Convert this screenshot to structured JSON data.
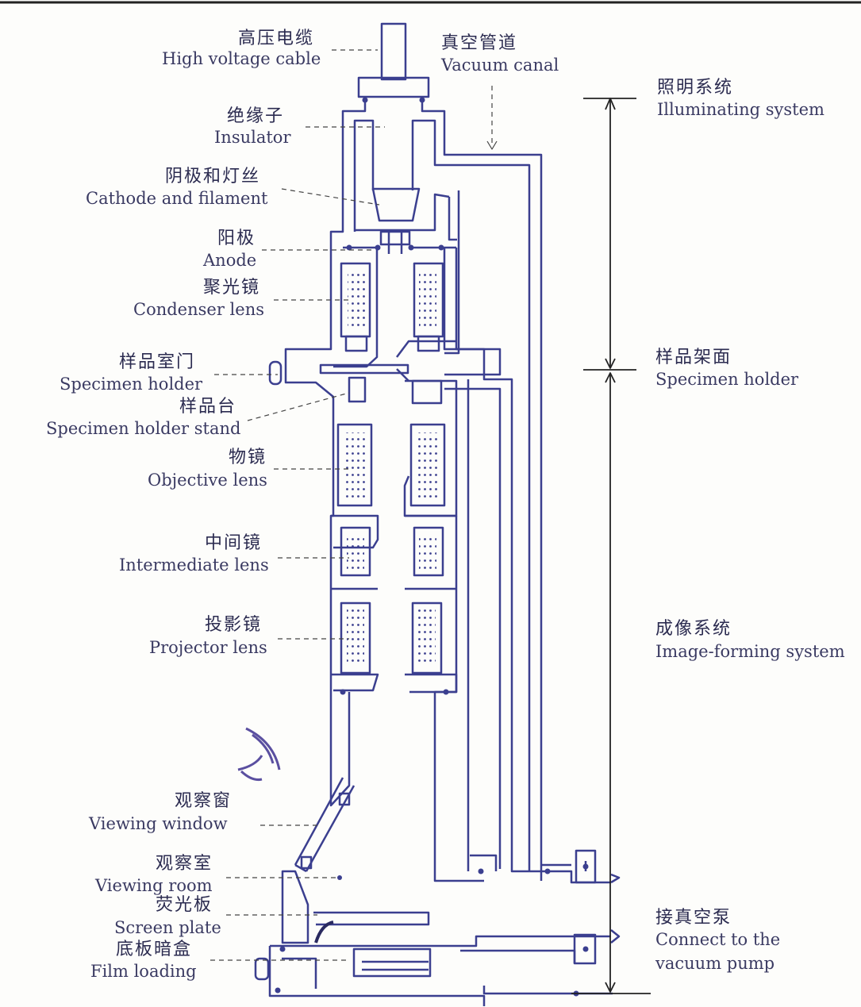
{
  "labels": {
    "high_voltage_cable": {
      "zh": "高压电缆",
      "en": "High voltage cable"
    },
    "vacuum_canal": {
      "zh": "真空管道",
      "en": "Vacuum canal"
    },
    "insulator": {
      "zh": "绝缘子",
      "en": "Insulator"
    },
    "cathode": {
      "zh": "阴极和灯丝",
      "en": "Cathode and filament"
    },
    "anode": {
      "zh": "阳极",
      "en": "Anode"
    },
    "condenser": {
      "zh": "聚光镜",
      "en": "Condenser lens"
    },
    "specimen_door": {
      "zh": "样品室门",
      "en": "Specimen holder"
    },
    "specimen_stand": {
      "zh": "样品台",
      "en": "Specimen holder stand"
    },
    "objective": {
      "zh": "物镜",
      "en": "Objective lens"
    },
    "intermediate": {
      "zh": "中间镜",
      "en": "Intermediate lens"
    },
    "projector": {
      "zh": "投影镜",
      "en": "Projector lens"
    },
    "viewing_window": {
      "zh": "观察窗",
      "en": "Viewing window"
    },
    "viewing_room": {
      "zh": "观察室",
      "en": "Viewing room"
    },
    "screen_plate": {
      "zh": "荧光板",
      "en": "Screen plate"
    },
    "film_loading": {
      "zh": "底板暗盒",
      "en": "Film loading"
    }
  },
  "systems": {
    "illuminating": {
      "zh": "照明系统",
      "en": "Illuminating system"
    },
    "specimen_plane": {
      "zh": "样品架面",
      "en": "Specimen holder"
    },
    "image_forming": {
      "zh": "成像系统",
      "en": "Image-forming system"
    },
    "pump": {
      "zh": "接真空泵",
      "en1": "Connect to the",
      "en2": "vacuum pump"
    }
  },
  "colors": {
    "ink": "#3b3f8f",
    "text": "#2b2b50",
    "accent": "#5a4fa0"
  }
}
